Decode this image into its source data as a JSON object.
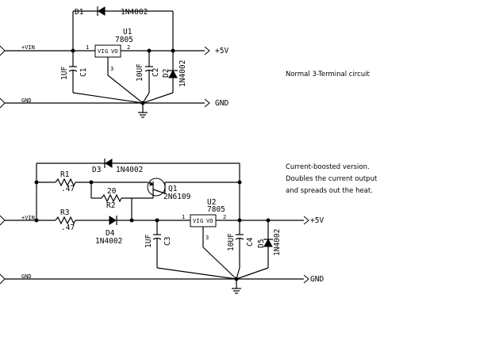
{
  "top": {
    "d1": {
      "ref": "D1",
      "part": "1N4002"
    },
    "u1": {
      "ref": "U1",
      "part": "7805",
      "pin1": "1",
      "pin2": "2",
      "pin3": "3",
      "vi": "VI",
      "g": "G",
      "vo": "VO"
    },
    "c1": {
      "ref": "C1",
      "value": "1UF"
    },
    "c2": {
      "ref": "C2",
      "value": "10UF"
    },
    "d2": {
      "ref": "D2",
      "part": "1N4002"
    },
    "vin": "+VIN",
    "vout": "+5V",
    "gnd_left": "GND",
    "gnd_right": "GND",
    "note": "Normal 3-Terminal circuit"
  },
  "bottom": {
    "r1": {
      "ref": "R1",
      "value": ".47"
    },
    "d3": {
      "ref": "D3",
      "part": "1N4002"
    },
    "q1": {
      "ref": "Q1",
      "part": "2N6109"
    },
    "r2": {
      "ref": "R2",
      "value": "20"
    },
    "r3": {
      "ref": "R3",
      "value": ".47"
    },
    "d4": {
      "ref": "D4",
      "part": "1N4002"
    },
    "u2": {
      "ref": "U2",
      "part": "7805",
      "pin1": "1",
      "pin2": "2",
      "pin3": "3",
      "vi": "VI",
      "g": "G",
      "vo": "VO"
    },
    "c3": {
      "ref": "C3",
      "value": "1UF"
    },
    "c4": {
      "ref": "C4",
      "value": "10UF"
    },
    "d5": {
      "ref": "D5",
      "part": "1N4002"
    },
    "vin": "+VIN",
    "vout": "+5V",
    "gnd_left": "GND",
    "gnd_right": "GND",
    "note_lines": [
      "Current-boosted version.",
      "Doubles the current output",
      "and spreads out the heat."
    ]
  }
}
